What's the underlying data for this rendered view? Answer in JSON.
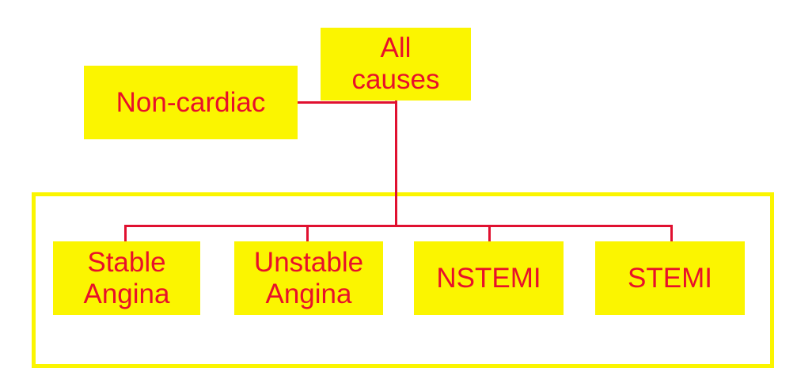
{
  "root": {
    "label_line1": "All",
    "label_line2": "causes"
  },
  "non_cardiac": {
    "label": "Non-cardiac"
  },
  "cardiac_causes": [
    {
      "line1": "Stable",
      "line2": "Angina"
    },
    {
      "line1": "Unstable",
      "line2": "Angina"
    },
    {
      "line1": "NSTEMI",
      "line2": ""
    },
    {
      "line1": "STEMI",
      "line2": ""
    }
  ],
  "colors": {
    "box_fill": "#fbf500",
    "text": "#e8102a",
    "connector": "#e01030"
  }
}
